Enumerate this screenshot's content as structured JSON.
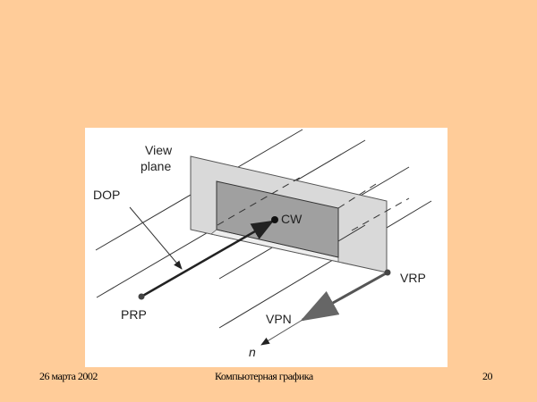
{
  "diagram": {
    "labels": {
      "view": "View",
      "plane": "plane",
      "dop": "DOP",
      "cw": "CW",
      "vrp": "VRP",
      "prp": "PRP",
      "vpn": "VPN",
      "n": "n"
    }
  },
  "footer": {
    "date": "26 марта 2002",
    "title": "Компьютерная графика",
    "page": "20"
  }
}
